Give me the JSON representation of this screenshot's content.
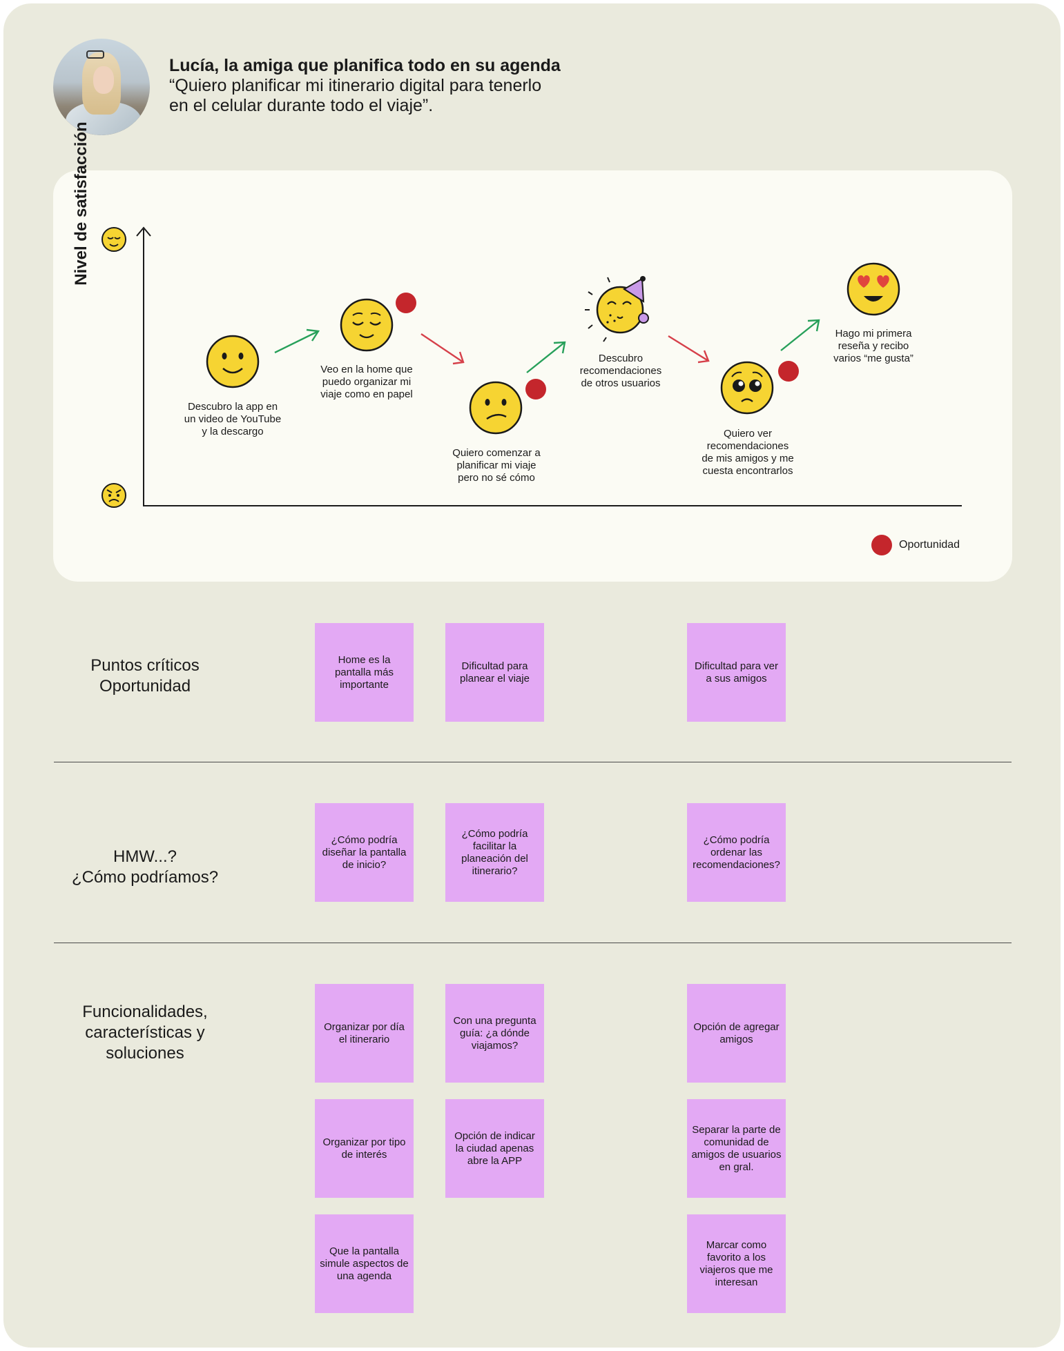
{
  "persona": {
    "name": "Lucía, la amiga que planifica todo en su agenda",
    "quote_line1": "“Quiero planificar mi itinerario digital para tenerlo",
    "quote_line2": "en el celular durante todo el viaje”."
  },
  "journey": {
    "y_axis_label": "Nivel de satisfacción",
    "steps": [
      {
        "label": [
          "Descubro la app en",
          "un video de YouTube",
          "y la descargo"
        ],
        "emotion": "smiling-face",
        "opportunity": false
      },
      {
        "label": [
          "Veo en la home que",
          "puedo organizar mi",
          "viaje como en papel"
        ],
        "emotion": "relieved-face",
        "opportunity": true
      },
      {
        "label": [
          "Quiero comenzar a",
          "planificar mi viaje",
          "pero no sé cómo"
        ],
        "emotion": "confused-face",
        "opportunity": true
      },
      {
        "label": [
          "Descubro",
          "recomendaciones",
          "de otros usuarios"
        ],
        "emotion": "partying-face",
        "opportunity": false
      },
      {
        "label": [
          "Quiero ver",
          "recomendaciones",
          "de mis amigos y me",
          "cuesta encontrarlos"
        ],
        "emotion": "pleading-face",
        "opportunity": true
      },
      {
        "label": [
          "Hago mi primera",
          "reseña y recibo",
          "varios “me gusta”"
        ],
        "emotion": "heart-eyes-face",
        "opportunity": false
      }
    ],
    "trend_arrows": [
      "up-green",
      "down-red",
      "up-green",
      "down-red",
      "up-green"
    ],
    "legend_label": "Oportunidad",
    "colors": {
      "opportunity": "#c4262c",
      "up_arrow": "#27a05a",
      "down_arrow": "#d6404a",
      "emoji": "#f6d432",
      "note": "#e3a9f4"
    }
  },
  "sections": {
    "critical": {
      "title_line1": "Puntos críticos",
      "title_line2": "Oportunidad",
      "notes": [
        "Home es la pantalla más importante",
        "Dificultad para planear el viaje",
        "Dificultad para ver a sus amigos"
      ]
    },
    "hmw": {
      "title_line1": "HMW...?",
      "title_line2": "¿Cómo podríamos?",
      "notes": [
        "¿Cómo podría diseñar la pantalla de inicio?",
        "¿Cómo podría facilitar la planeación del itinerario?",
        "¿Cómo podría ordenar las recomendaciones?"
      ]
    },
    "features": {
      "title_line1": "Funcionalidades,",
      "title_line2": "características y",
      "title_line3": "soluciones",
      "col1": [
        "Organizar por día el itinerario",
        "Organizar por tipo de interés",
        "Que la pantalla simule aspectos de una agenda"
      ],
      "col2": [
        "Con una pregunta guía: ¿a dónde viajamos?",
        "Opción de indicar la ciudad apenas abre la APP"
      ],
      "col3": [
        "Opción de agregar amigos",
        "Separar la parte de comunidad de amigos de usuarios en gral.",
        "Marcar como favorito a los viajeros que me interesan"
      ]
    }
  }
}
